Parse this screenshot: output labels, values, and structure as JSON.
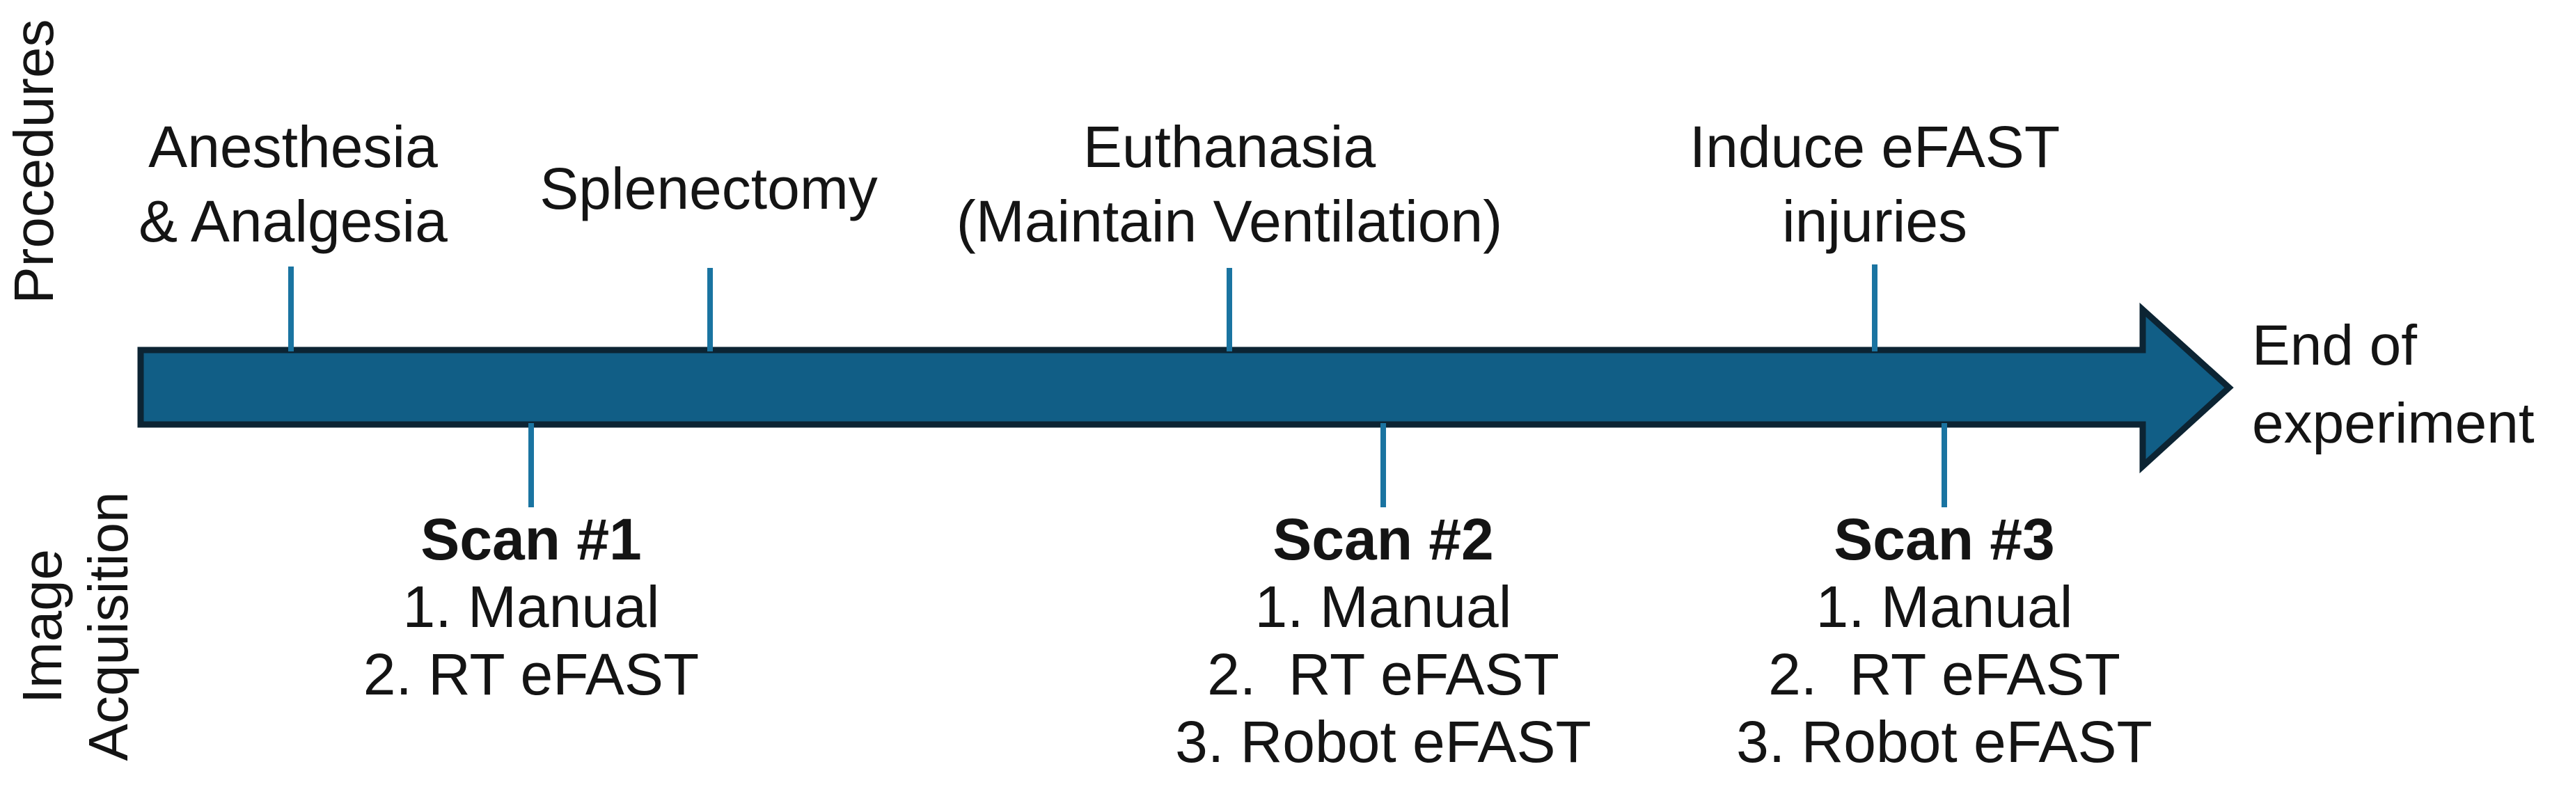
{
  "colors": {
    "arrow_fill": "#115E86",
    "arrow_border": "#0C2433",
    "tick": "#1A74A1",
    "text": "#141414",
    "background": "#FFFFFF"
  },
  "row_labels": {
    "top": "Procedures",
    "bottom": "Image\nAcquisition"
  },
  "procedures": [
    {
      "label": "Anesthesia\n& Analgesia"
    },
    {
      "label": "Splenectomy"
    },
    {
      "label": "Euthanasia\n(Maintain Ventilation)"
    },
    {
      "label": "Induce eFAST\ninjuries"
    }
  ],
  "scans": [
    {
      "title": "Scan #1",
      "items": [
        "1. Manual",
        "2. RT eFAST"
      ]
    },
    {
      "title": "Scan #2",
      "items": [
        "1. Manual",
        "2.  RT eFAST",
        "3. Robot eFAST"
      ]
    },
    {
      "title": "Scan #3",
      "items": [
        "1. Manual",
        "2.  RT eFAST",
        "3. Robot eFAST"
      ]
    }
  ],
  "arrow": {
    "end_label": "End of\nexperiment"
  }
}
